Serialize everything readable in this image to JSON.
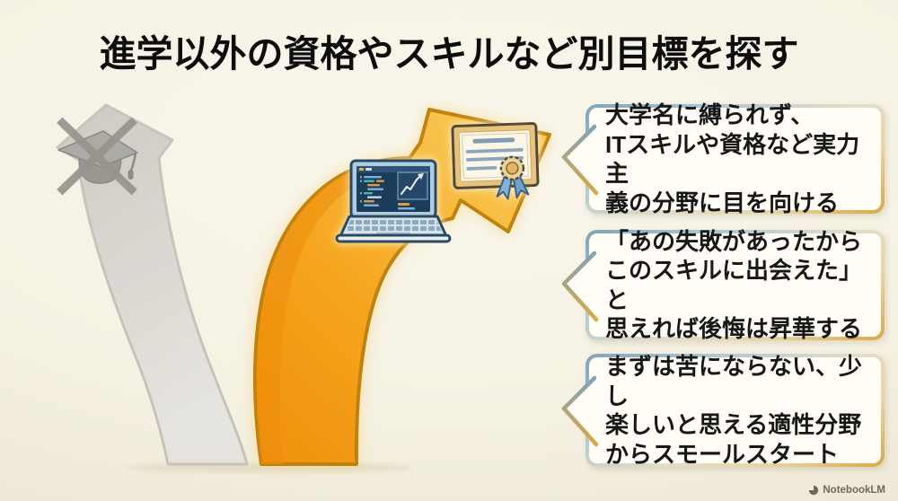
{
  "title": "進学以外の資格やスキルなど別目標を探す",
  "callouts": [
    {
      "text": "大学名に縛られず、\nITスキルや資格など実力主\n義の分野に目を向ける"
    },
    {
      "text": "「あの失敗があったから\nこのスキルに出会えた」と\n思えれば後悔は昇華する"
    },
    {
      "text": "まずは苦にならない、少し\n楽しいと思える適性分野\nからスモールスタート"
    }
  ],
  "watermark": {
    "label": "NotebookLM"
  },
  "colors": {
    "background": "#f5f1e3",
    "title_text": "#0d0d0d",
    "new_path_arrow": "#f5a41d",
    "new_path_arrow_outline": "#c0820a",
    "rejected_arrow": "#d6d3cd",
    "callout_border_top": "#7fa3b6",
    "callout_border_bottom": "#d9a845",
    "callout_fill": "#fffdf6",
    "callout_text": "#171717",
    "laptop_screen": "#1f3c5a",
    "certificate_frame": "#e9c37b"
  }
}
